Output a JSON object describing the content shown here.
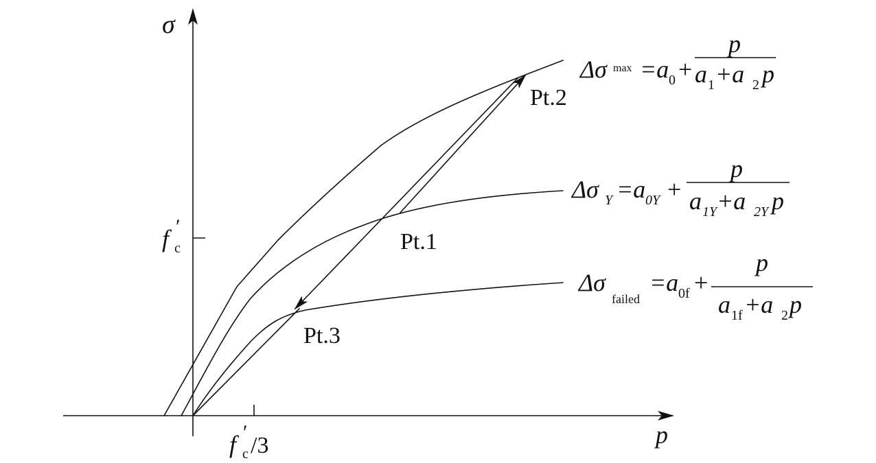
{
  "axes": {
    "y_label": "σ",
    "x_label": "p",
    "y_tick": {
      "main": "f",
      "prime": "′",
      "sub": "c"
    },
    "x_tick": {
      "main": "f",
      "prime": "′",
      "sub": "c",
      "suffix": "/3"
    }
  },
  "points": {
    "pt1": "Pt.1",
    "pt2": "Pt.2",
    "pt3": "Pt.3"
  },
  "equations": {
    "max": {
      "delta": "Δσ",
      "sub": "max",
      "rhs": "=a",
      "rhs_sub": "0",
      "plus": "+",
      "num": "p",
      "den_a": "a",
      "den_a_sub": "1",
      "den_plus": "+a",
      "den_b_sub": "2",
      "den_p": "p"
    },
    "yield": {
      "delta": "Δσ",
      "sub": "Y",
      "rhs": "=a",
      "rhs_sub": "0Y",
      "plus": "+",
      "num": "p",
      "den_a": "a",
      "den_a_sub": "1Y",
      "den_plus": "+a",
      "den_b_sub": "2Y",
      "den_p": "p"
    },
    "failed": {
      "delta": "Δσ",
      "sub": "failed",
      "rhs": "=a",
      "rhs_sub": "0f",
      "plus": "+",
      "num": "p",
      "den_a": "a",
      "den_a_sub": "1f",
      "den_plus": "+a",
      "den_b_sub": "2",
      "den_p": "p"
    }
  }
}
